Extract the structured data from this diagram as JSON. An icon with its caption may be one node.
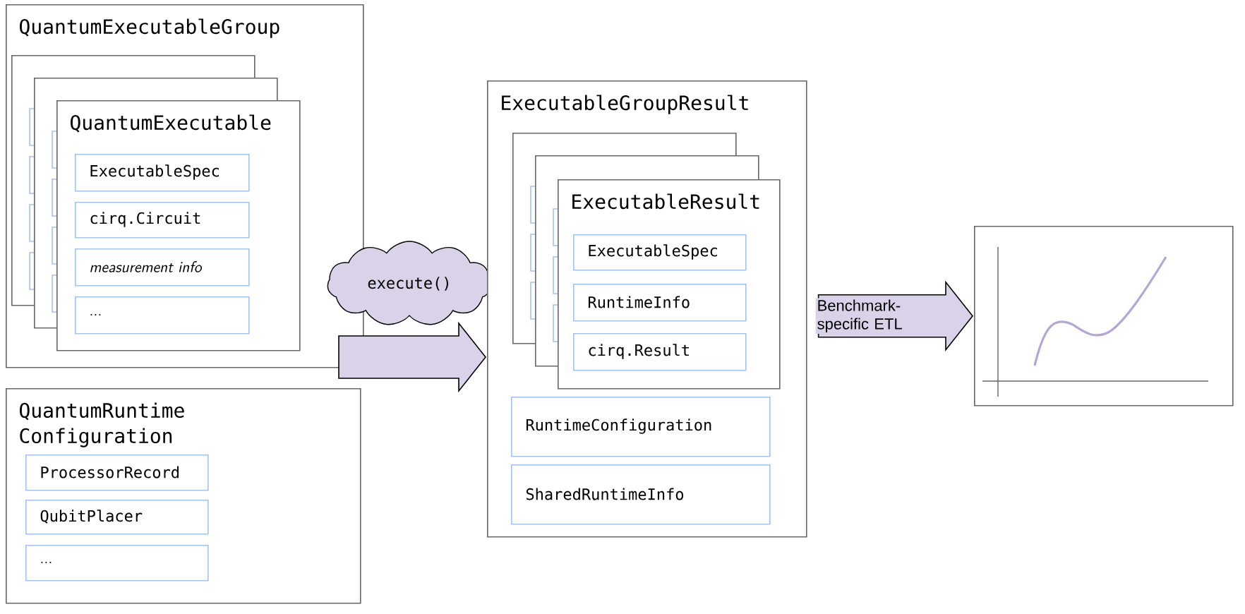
{
  "diagram": {
    "nodes": [
      {
        "text": [
          "QuantumExecutableGroup"
        ]
      },
      {
        "text": [],
        "shape": "box",
        "in": 0
      },
      {
        "text": [],
        "shape": "box",
        "in": 0
      },
      {
        "text": [
          "QuantumExecutable"
        ],
        "in": 0
      },
      {
        "text": [
          "ExecutableSpec"
        ]
      },
      {
        "text": [
          "cirq.Circuit"
        ]
      },
      {
        "text": [
          "measurement info"
        ]
      },
      {
        "text": [
          "..."
        ],
        "in": 3
      },
      {
        "text": [
          "QuantumRuntime Configuration"
        ]
      },
      {
        "text": [
          "ProcessorRecord"
        ],
        "in": 8
      },
      {
        "text": [
          "QubitPlacer"
        ],
        "in": 8
      },
      {
        "text": [
          "..."
        ],
        "in": 8
      },
      {
        "text": [
          "execute()"
        ]
      },
      {
        "text": [
          "ExecutableGroupResult"
        ]
      },
      {
        "text": [],
        "shape": "box",
        "in": 13
      },
      {
        "text": [],
        "shape": "box",
        "in": 13
      },
      {
        "text": [
          "ExecutableResult"
        ],
        "in": 13
      },
      {
        "text": [
          "ExecutableSpec"
        ]
      },
      {
        "text": [
          "RuntimeInfo"
        ]
      },
      {
        "text": [
          "cirq.Result"
        ],
        "in": 16
      },
      {
        "text": [
          "RuntimeConfiguration"
        ],
        "in": 13
      },
      {
        "text": [
          "SharedRuntimeInfo"
        ],
        "in": 13
      },
      {
        "text": [],
        "shape": "picture"
      }
    ],
    "edges": [
      {
        "from": null,
        "to": 13,
        "arrow": "to"
      },
      {
        "from": 13,
        "to": 22,
        "arrow": "to",
        "label": "Benchmark-specific ETL"
      }
    ]
  }
}
